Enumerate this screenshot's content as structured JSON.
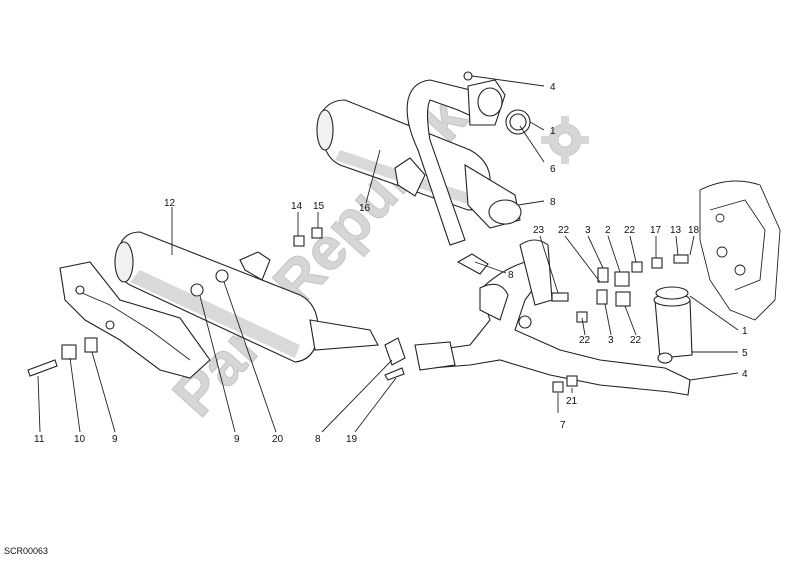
{
  "diagram": {
    "callouts": [
      "4",
      "1",
      "6",
      "8",
      "12",
      "14",
      "15",
      "16",
      "23",
      "22",
      "3",
      "2",
      "22",
      "17",
      "13",
      "18",
      "8",
      "22",
      "3",
      "22",
      "1",
      "5",
      "4",
      "21",
      "7",
      "11",
      "10",
      "9",
      "9",
      "20",
      "8",
      "19"
    ],
    "watermark": "PartsRepublik",
    "reference_code": "SCR00063"
  }
}
